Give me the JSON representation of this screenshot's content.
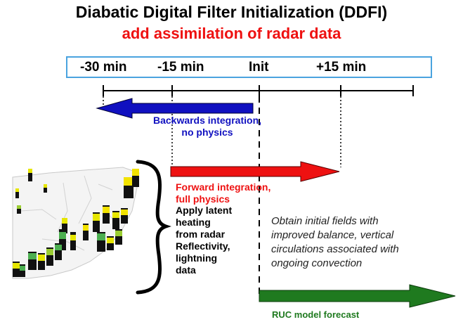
{
  "title": "Diabatic Digital Filter Initialization (DDFI)",
  "subtitle": "add assimilation of radar data",
  "timeline": {
    "ticks": [
      "-30 min",
      "-15 min",
      "Init",
      "+15 min"
    ]
  },
  "backward": {
    "line1": "Backwards integration,",
    "line2": "no physics"
  },
  "forward": {
    "line1": "Forward integration,",
    "line2": "full physics"
  },
  "latent": [
    "Apply latent",
    "heating",
    "from radar",
    "Reflectivity,",
    "lightning",
    "data"
  ],
  "obtain": [
    "Obtain initial fields with",
    "improved balance, vertical",
    "circulations associated with",
    "ongoing convection"
  ],
  "forecast": {
    "label": "RUC model forecast"
  },
  "colors": {
    "title": "#000000",
    "subtitle": "#ee1111",
    "backward": "#1010c0",
    "forward": "#ee1111",
    "forecast": "#1f7a1f",
    "timebox_border": "#4aa3df"
  },
  "icons": {
    "radar_map": "radar-reflectivity-map-image",
    "brace": "right-curly-brace"
  }
}
